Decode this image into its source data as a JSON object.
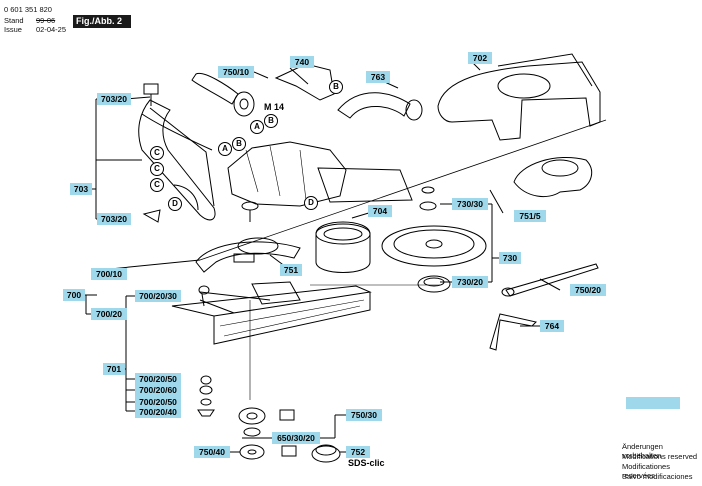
{
  "header": {
    "part_number": "0 601 351 820",
    "stand_label": "Stand",
    "stand_value": "99-06",
    "issue_label": "Issue",
    "issue_value": "02-04-25",
    "figure_label": "Fig./Abb. 2"
  },
  "callouts": {
    "c703_20a": "703/20",
    "c703": "703",
    "c703_20b": "703/20",
    "c750_10": "750/10",
    "c740": "740",
    "c763": "763",
    "c702": "702",
    "c704": "704",
    "c730_30": "730/30",
    "c730": "730",
    "c730_20": "730/20",
    "c751_5": "751/5",
    "c751": "751",
    "c700_10": "700/10",
    "c700": "700",
    "c700_20_30": "700/20/30",
    "c700_20": "700/20",
    "c750_20": "750/20",
    "c764": "764",
    "c701": "701",
    "c700_20_50a": "700/20/50",
    "c700_20_60": "700/20/60",
    "c700_20_50b": "700/20/50",
    "c700_20_40": "700/20/40",
    "c750_30": "750/30",
    "c650_30_20": "650/30/20",
    "c750_40": "750/40",
    "c752": "752",
    "blank": ""
  },
  "markers": {
    "a1": "A",
    "b1": "B",
    "c1": "C",
    "c2": "C",
    "a2": "A",
    "b2": "B",
    "c3": "C",
    "d1": "D",
    "d2": "D"
  },
  "labels": {
    "m14": "M 14",
    "sds_clic": "SDS-clic"
  },
  "footer_notes": [
    "Änderungen vorbehalten",
    "Modifications reserved",
    "Modificationes reservées",
    "Salvo modificaciones"
  ],
  "colors": {
    "tag_fill": "#9ed8ea",
    "line": "#000000",
    "figure_label_bg": "#1a1a1a"
  }
}
